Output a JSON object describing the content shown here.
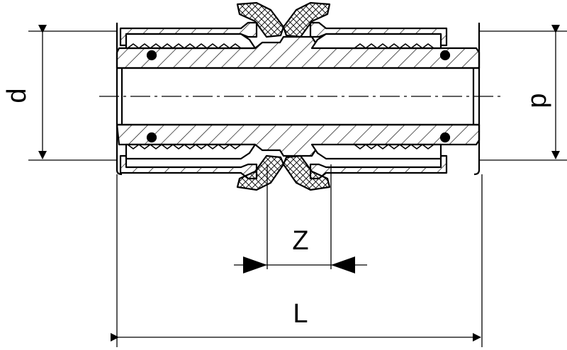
{
  "labels": {
    "diameter_left": "d",
    "diameter_right": "d",
    "z_dimension": "Z",
    "l_dimension": "L"
  },
  "colors": {
    "line": "#000000",
    "background": "#ffffff"
  }
}
